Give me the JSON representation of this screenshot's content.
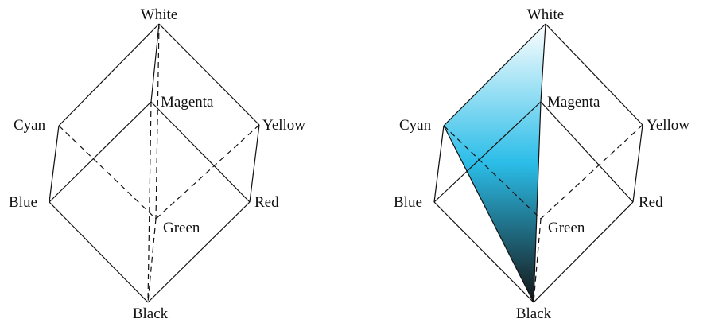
{
  "cubes": [
    {
      "labels": {
        "white": "White",
        "magenta": "Magenta",
        "cyan": "Cyan",
        "yellow": "Yellow",
        "blue": "Blue",
        "red": "Red",
        "green": "Green",
        "black": "Black"
      },
      "shaded_plane": false
    },
    {
      "labels": {
        "white": "White",
        "magenta": "Magenta",
        "cyan": "Cyan",
        "yellow": "Yellow",
        "blue": "Blue",
        "red": "Red",
        "green": "Green",
        "black": "Black"
      },
      "shaded_plane": true
    }
  ],
  "colors": {
    "line": "#111111",
    "plane_top": "#ffffff",
    "plane_mid": "#2bbde8",
    "plane_bottom": "#141414"
  }
}
